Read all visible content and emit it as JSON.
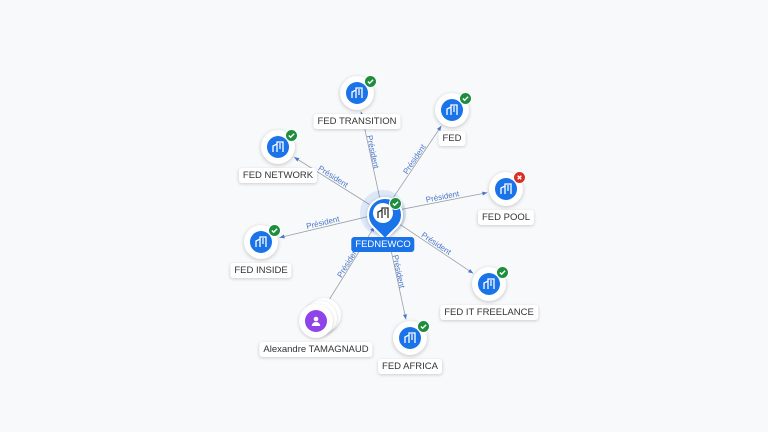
{
  "center": {
    "label": "FEDNEWCO",
    "icon": "building-icon"
  },
  "relation_label": "Président",
  "nodes": [
    {
      "id": "fed-transition",
      "label": "FED TRANSITION",
      "type": "company",
      "status": "ok"
    },
    {
      "id": "fed",
      "label": "FED",
      "type": "company",
      "status": "ok"
    },
    {
      "id": "fed-network",
      "label": "FED NETWORK",
      "type": "company",
      "status": "ok"
    },
    {
      "id": "fed-pool",
      "label": "FED POOL",
      "type": "company",
      "status": "ko"
    },
    {
      "id": "fed-inside",
      "label": "FED INSIDE",
      "type": "company",
      "status": "ok"
    },
    {
      "id": "fed-it-freelance",
      "label": "FED IT FREELANCE",
      "type": "company",
      "status": "ok"
    },
    {
      "id": "alexandre-tamagnaud",
      "label": "Alexandre TAMAGNAUD",
      "type": "person",
      "status": ""
    },
    {
      "id": "fed-africa",
      "label": "FED AFRICA",
      "type": "company",
      "status": "ok"
    }
  ],
  "edges": [
    {
      "from": "center",
      "to": "fed-transition",
      "label": "Président"
    },
    {
      "from": "center",
      "to": "fed",
      "label": "Président"
    },
    {
      "from": "center",
      "to": "fed-network",
      "label": "Président"
    },
    {
      "from": "center",
      "to": "fed-pool",
      "label": "Président"
    },
    {
      "from": "center",
      "to": "fed-inside",
      "label": "Président"
    },
    {
      "from": "center",
      "to": "fed-it-freelance",
      "label": "Président"
    },
    {
      "from": "alexandre-tamagnaud",
      "to": "center",
      "label": "Président"
    },
    {
      "from": "center",
      "to": "fed-africa",
      "label": "Président"
    }
  ],
  "colors": {
    "company": "#1a73e8",
    "person": "#8e44e8",
    "ok": "#1e8e3e",
    "ko": "#d93025",
    "edge_label": "#4a76c9"
  }
}
